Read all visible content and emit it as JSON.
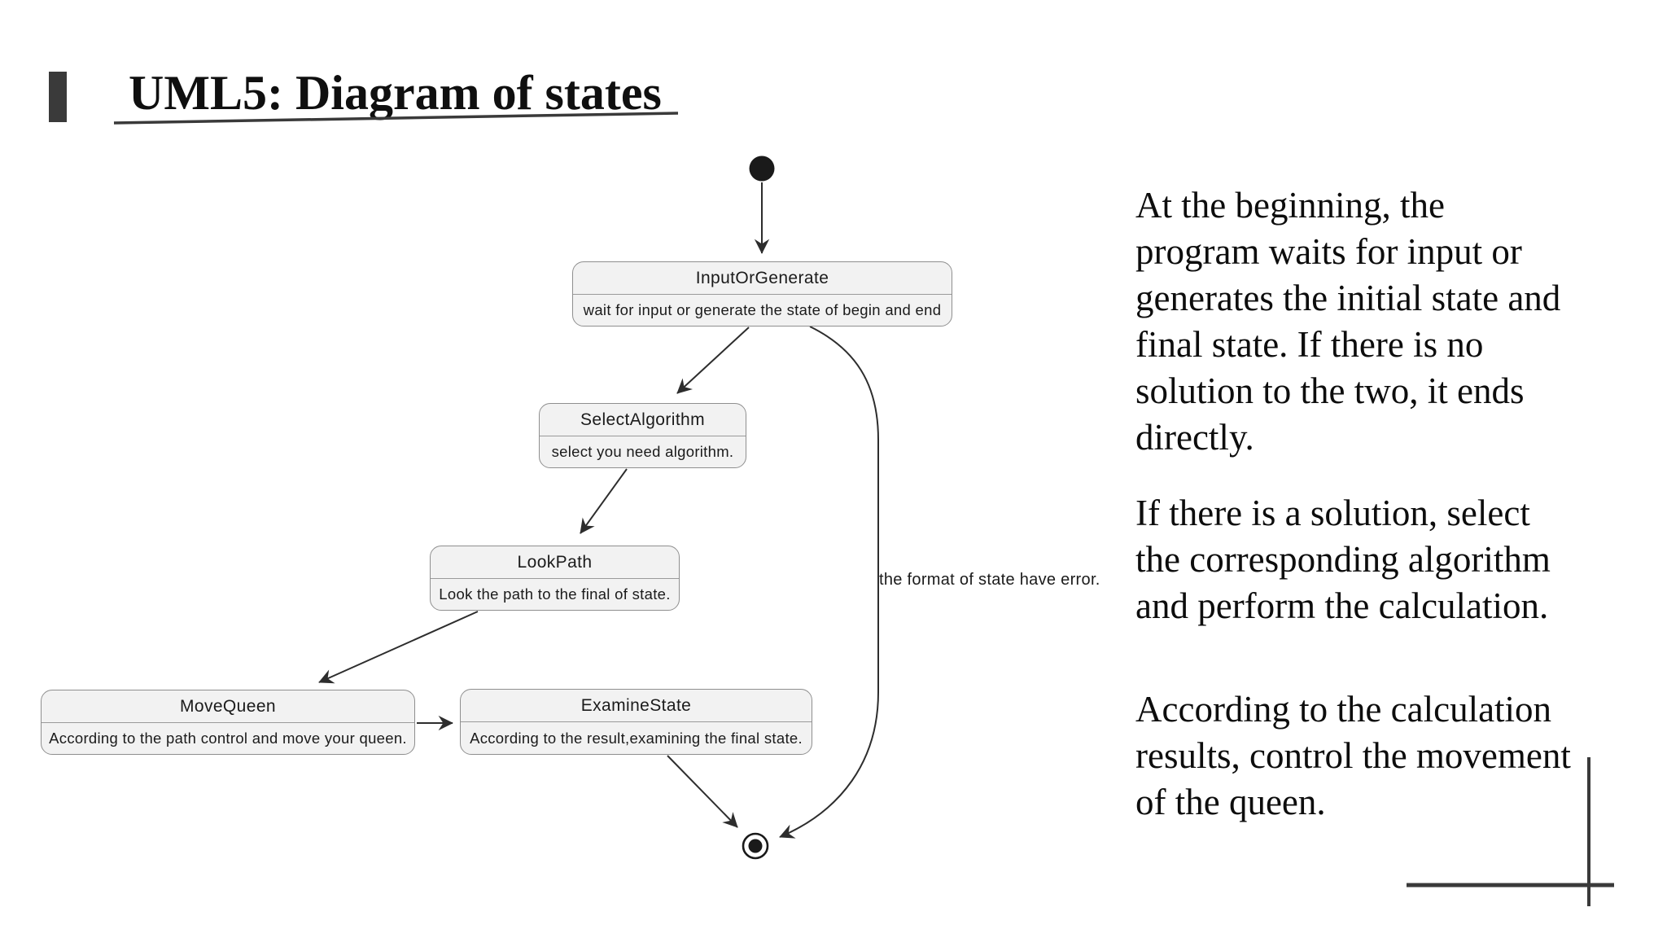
{
  "slide": {
    "title": "UML5: Diagram of states"
  },
  "colors": {
    "accent": "#3a3a3a",
    "state_fill": "#f2f2f2",
    "state_border": "#8f8f8f",
    "edge": "#2d2d2d",
    "text": "#1b1b1b"
  },
  "diagram": {
    "type": "uml-state-diagram",
    "pseudostates": [
      "initial",
      "final"
    ],
    "states": [
      {
        "name": "InputOrGenerate",
        "description": "wait for input or generate the state of begin and end"
      },
      {
        "name": "SelectAlgorithm",
        "description": "select you need algorithm."
      },
      {
        "name": "LookPath",
        "description": "Look the path to the final of state."
      },
      {
        "name": "MoveQueen",
        "description": "According to the path control and move your queen."
      },
      {
        "name": "ExamineState",
        "description": "According to the result,examining the final state."
      }
    ],
    "transitions": [
      {
        "from": "initial",
        "to": "InputOrGenerate",
        "label": ""
      },
      {
        "from": "InputOrGenerate",
        "to": "SelectAlgorithm",
        "label": ""
      },
      {
        "from": "SelectAlgorithm",
        "to": "LookPath",
        "label": ""
      },
      {
        "from": "LookPath",
        "to": "MoveQueen",
        "label": ""
      },
      {
        "from": "MoveQueen",
        "to": "ExamineState",
        "label": ""
      },
      {
        "from": "ExamineState",
        "to": "final",
        "label": ""
      },
      {
        "from": "InputOrGenerate",
        "to": "final",
        "label": "the format of state have error."
      }
    ]
  },
  "notes": {
    "paragraphs": [
      {
        "lines": [
          "At the beginning, the",
          "program waits for input or",
          "generates the initial state and",
          "final state. If there is no",
          "solution to the two, it ends",
          "directly."
        ]
      },
      {
        "lines": [
          "If there is a solution, select",
          "the corresponding algorithm",
          "and perform the calculation."
        ]
      },
      {
        "lines": [
          "According to the calculation",
          "results, control the movement",
          "of the queen."
        ]
      }
    ]
  }
}
